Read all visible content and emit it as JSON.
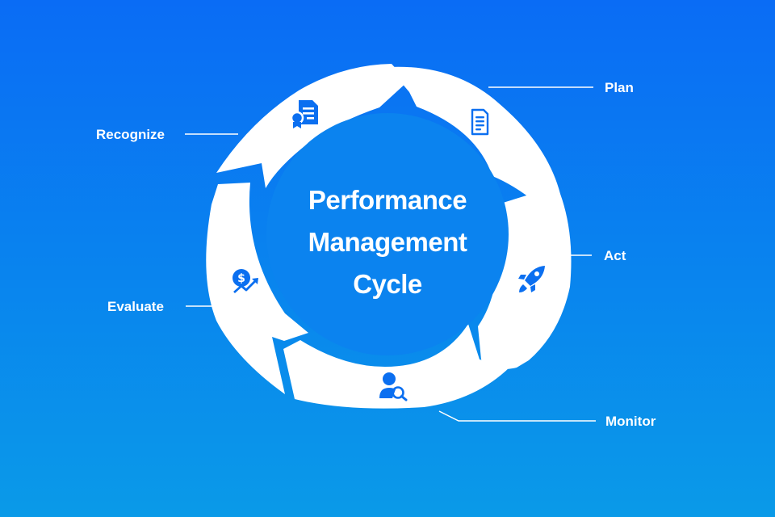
{
  "center_title": [
    "Performance",
    "Management",
    "Cycle"
  ],
  "stages": {
    "plan": "Plan",
    "act": "Act",
    "monitor": "Monitor",
    "evaluate": "Evaluate",
    "recognize": "Recognize"
  },
  "icons": {
    "plan": "document-icon",
    "act": "rocket-icon",
    "monitor": "user-search-icon",
    "evaluate": "dollar-growth-icon",
    "recognize": "certificate-icon"
  },
  "colors": {
    "background_top": "#0a6cf5",
    "background_bottom": "#0a9ae8",
    "ring": "#ffffff",
    "icon": "#0b6ff0"
  }
}
